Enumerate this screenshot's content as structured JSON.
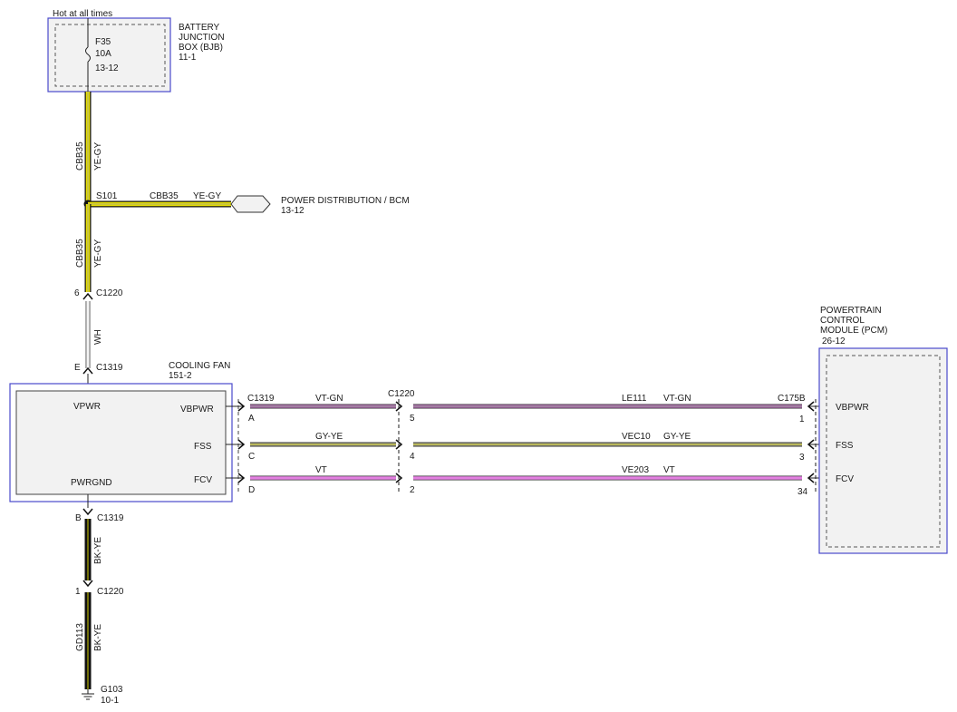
{
  "colors": {
    "yellow": "#e8e000",
    "violet": "#e27fe0",
    "gray": "#a8a890",
    "black": "#111111",
    "white": "#f4f4f4",
    "module_border": "#4a4acc",
    "module_fill": "#f2f2f2"
  },
  "top": {
    "hot_label": "Hot at all times"
  },
  "bjb": {
    "fuse_name": "F35",
    "fuse_rating": "10A",
    "fuse_ref": "13-12",
    "title_1": "BATTERY",
    "title_2": "JUNCTION",
    "title_3": "BOX (BJB)",
    "ref": "11-1"
  },
  "wire_upper": {
    "circuit": "CBB35",
    "color_code": "YE-GY"
  },
  "splice": {
    "name": "S101",
    "circuit": "CBB35",
    "color_code": "YE-GY",
    "dest_1": "POWER DISTRIBUTION / BCM",
    "dest_2": "13-12"
  },
  "wire_mid": {
    "circuit": "CBB35",
    "color_code": "YE-GY"
  },
  "c1220_top": {
    "pin": "6",
    "name": "C1220"
  },
  "wire_wh": {
    "color_code": "WH"
  },
  "c1319_top": {
    "pin": "E",
    "name": "C1319"
  },
  "cooling_fan": {
    "title": "COOLING FAN",
    "ref": "151-2",
    "pin_vpwr": "VPWR",
    "pin_vbpwr": "VBPWR",
    "pin_fss": "FSS",
    "pin_fcv": "FCV",
    "pin_pwrgnd": "PWRGND"
  },
  "harness": {
    "c1319": "C1319",
    "c1220": "C1220",
    "row_vbpwr": {
      "pin_a": "A",
      "left_color": "VT-GN",
      "pin_mid": "5",
      "circuit": "LE111",
      "right_color": "VT-GN",
      "conn": "C175B",
      "pin_end": "1"
    },
    "row_fss": {
      "pin_a": "C",
      "left_color": "GY-YE",
      "pin_mid": "4",
      "circuit": "VEC10",
      "right_color": "GY-YE",
      "pin_end": "3"
    },
    "row_fcv": {
      "pin_a": "D",
      "left_color": "VT",
      "pin_mid": "2",
      "circuit": "VE203",
      "right_color": "VT",
      "pin_end": "34"
    }
  },
  "pcm": {
    "title_1": "POWERTRAIN",
    "title_2": "CONTROL",
    "title_3": "MODULE (PCM)",
    "ref": "26-12",
    "pin_vbpwr": "VBPWR",
    "pin_fss": "FSS",
    "pin_fcv": "FCV"
  },
  "ground_path": {
    "c1319_pin": "B",
    "c1319_name": "C1319",
    "upper_color": "BK-YE",
    "c1220_pin": "1",
    "c1220_name": "C1220",
    "lower_circuit": "GD113",
    "lower_color": "BK-YE",
    "ground_name": "G103",
    "ground_ref": "10-1"
  }
}
